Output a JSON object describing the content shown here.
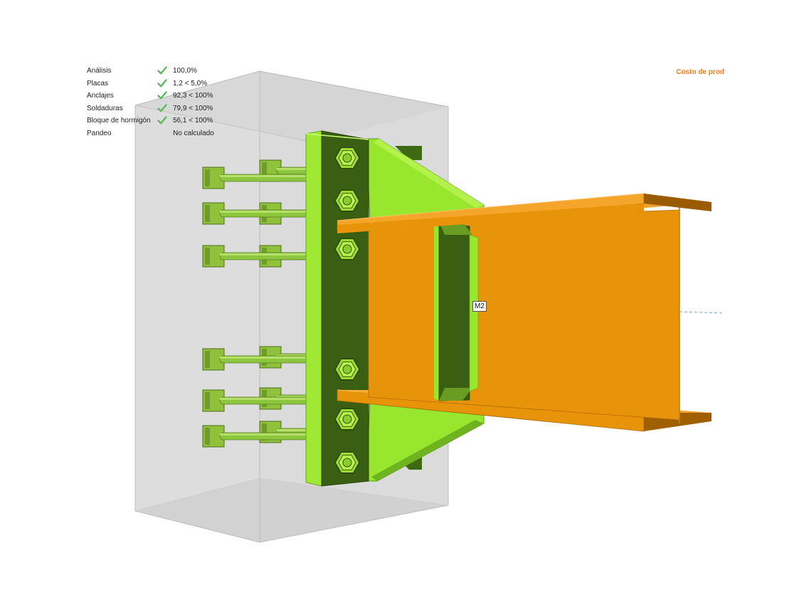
{
  "checks": [
    {
      "label": "Análisis",
      "value": "100,0%",
      "status": "ok"
    },
    {
      "label": "Placas",
      "value": "1,2 < 5,0%",
      "status": "ok"
    },
    {
      "label": "Anclajes",
      "value": "92,3 < 100%",
      "status": "ok"
    },
    {
      "label": "Soldaduras",
      "value": "79,9 < 100%",
      "status": "ok"
    },
    {
      "label": "Bloque de hormigón",
      "value": "56,1 < 100%",
      "status": "ok"
    },
    {
      "label": "Pandeo",
      "value": "No calculado",
      "status": "none"
    }
  ],
  "cost_label": "Costo de prod",
  "member_tag": "M2",
  "colors": {
    "check_ok": "#5cb85c",
    "cost_text": "#f07c1c",
    "plate_light": "#99e62e",
    "plate_dark": "#385f13",
    "beam_light": "#e8940a",
    "beam_dark": "#8a5200",
    "concrete": "#cccccc"
  }
}
